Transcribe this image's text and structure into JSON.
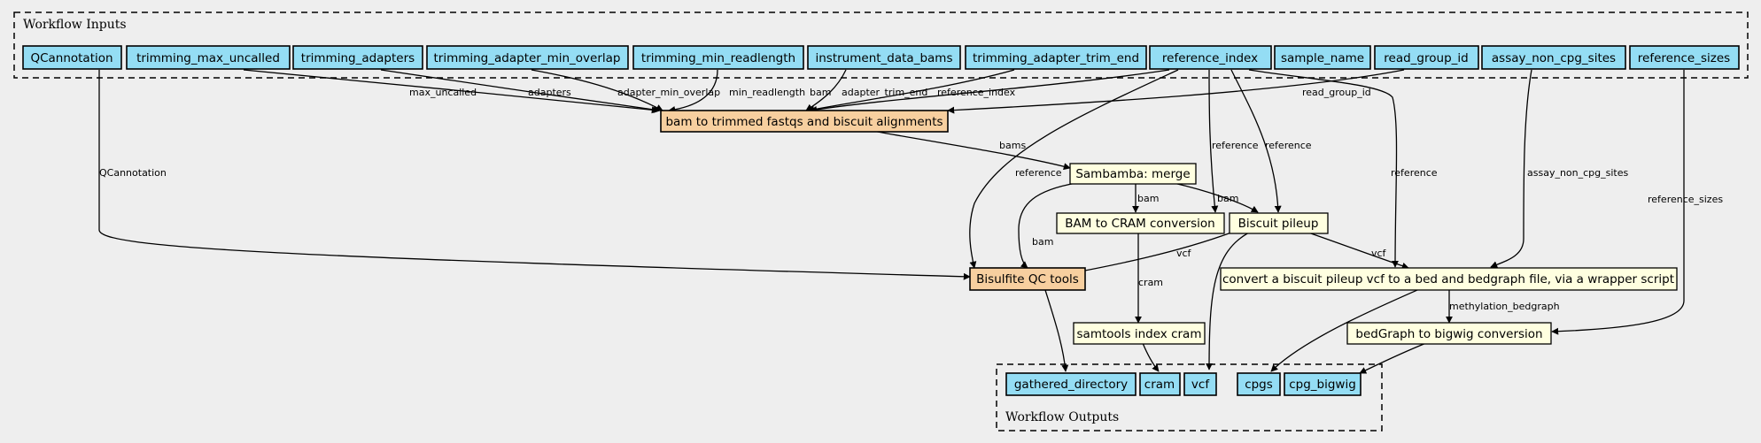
{
  "clusters": {
    "inputs_title": "Workflow Inputs",
    "outputs_title": "Workflow Outputs"
  },
  "inputs": {
    "qcannotation": "QCannotation",
    "trimming_max_uncalled": "trimming_max_uncalled",
    "trimming_adapters": "trimming_adapters",
    "trimming_adapter_min_overlap": "trimming_adapter_min_overlap",
    "trimming_min_readlength": "trimming_min_readlength",
    "instrument_data_bams": "instrument_data_bams",
    "trimming_adapter_trim_end": "trimming_adapter_trim_end",
    "reference_index": "reference_index",
    "sample_name": "sample_name",
    "read_group_id": "read_group_id",
    "assay_non_cpg_sites": "assay_non_cpg_sites",
    "reference_sizes": "reference_sizes"
  },
  "steps": {
    "bam_to_trimmed": "bam to trimmed fastqs and biscuit alignments",
    "sambamba_merge": "Sambamba: merge",
    "bam_to_cram": "BAM to CRAM conversion",
    "biscuit_pileup": "Biscuit pileup",
    "bisulfite_qc": "Bisulfite QC tools",
    "convert_pileup": "convert a biscuit pileup vcf to a bed and bedgraph file, via a wrapper script",
    "samtools_index": "samtools index cram",
    "bedgraph_to_bigwig": "bedGraph to bigwig conversion"
  },
  "outputs": {
    "gathered_directory": "gathered_directory",
    "cram": "cram",
    "vcf": "vcf",
    "cpgs": "cpgs",
    "cpg_bigwig": "cpg_bigwig"
  },
  "edge_labels": {
    "max_uncalled": "max_uncalled",
    "adapters": "adapters",
    "adapter_min_overlap": "adapter_min_overlap",
    "min_readlength": "min_readlength",
    "bam_in": "bam",
    "adapter_trim_end": "adapter_trim_end",
    "reference_index": "reference_index",
    "read_group_id": "read_group_id",
    "qcannotation": "QCannotation",
    "bams": "bams",
    "ref_qc": "reference",
    "ref_cram": "reference",
    "ref_pileup": "reference",
    "ref_convert": "reference",
    "assay_non_cpg_sites": "assay_non_cpg_sites",
    "reference_sizes": "reference_sizes",
    "bam_qc": "bam",
    "bam_cram": "bam",
    "bam_pileup": "bam",
    "vcf_qc": "vcf",
    "vcf_convert": "vcf",
    "cram": "cram",
    "methylation_bedgraph": "methylation_bedgraph"
  }
}
